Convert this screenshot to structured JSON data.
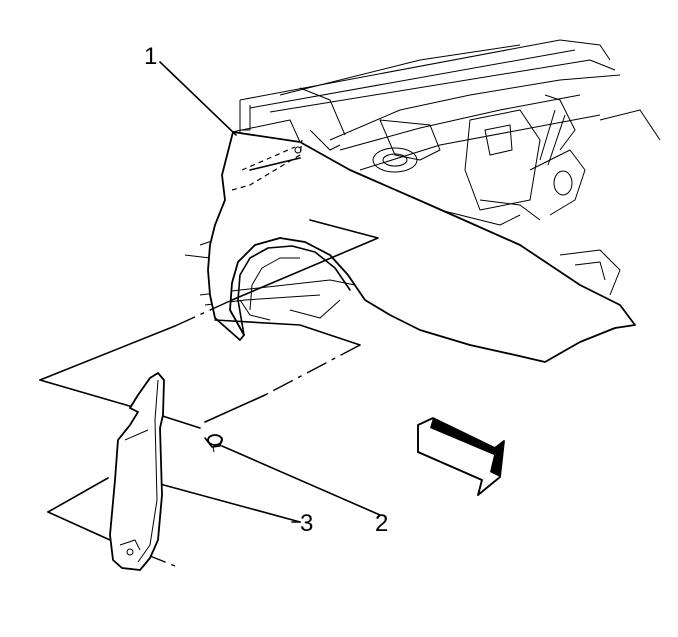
{
  "callouts": [
    {
      "id": "fender",
      "label": "1"
    },
    {
      "id": "fastener",
      "label": "2"
    },
    {
      "id": "liner-extension",
      "label": "3"
    }
  ],
  "icons": {
    "direction_arrow": "front-direction-arrow-icon"
  },
  "colors": {
    "line": "#000000",
    "background": "#ffffff"
  }
}
